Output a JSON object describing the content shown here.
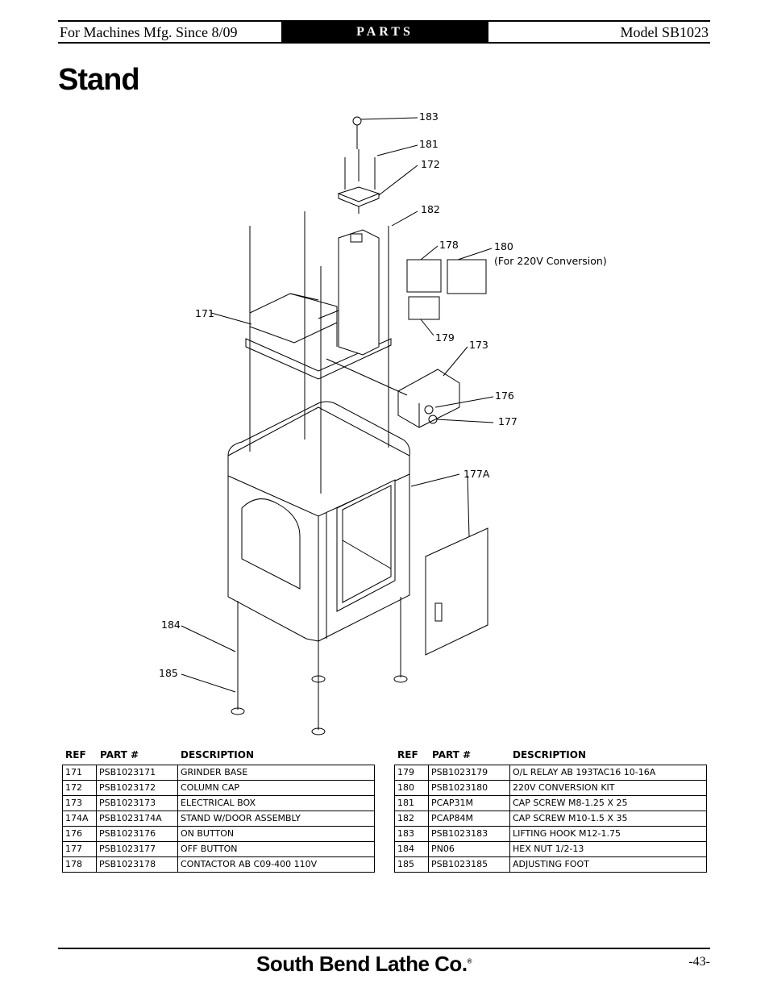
{
  "header": {
    "left": "For Machines Mfg. Since 8/09",
    "center": "PARTS",
    "right": "Model SB1023"
  },
  "page_title": "Stand",
  "callouts": {
    "c183": "183",
    "c181": "181",
    "c172": "172",
    "c182": "182",
    "c178": "178",
    "c180": "180",
    "c180_note": "(For 220V Conversion)",
    "c171": "171",
    "c179": "179",
    "c173": "173",
    "c176": "176",
    "c177": "177",
    "c177A": "177A",
    "c184": "184",
    "c185": "185"
  },
  "table_headers": {
    "ref": "REF",
    "part": "PART #",
    "desc": "DESCRIPTION"
  },
  "left_table": [
    {
      "ref": "171",
      "part": "PSB1023171",
      "desc": "GRINDER BASE"
    },
    {
      "ref": "172",
      "part": "PSB1023172",
      "desc": "COLUMN CAP"
    },
    {
      "ref": "173",
      "part": "PSB1023173",
      "desc": "ELECTRICAL BOX"
    },
    {
      "ref": "174A",
      "part": "PSB1023174A",
      "desc": "STAND W/DOOR ASSEMBLY"
    },
    {
      "ref": "176",
      "part": "PSB1023176",
      "desc": "ON BUTTON"
    },
    {
      "ref": "177",
      "part": "PSB1023177",
      "desc": "OFF BUTTON"
    },
    {
      "ref": "178",
      "part": "PSB1023178",
      "desc": "CONTACTOR AB C09-400 110V"
    }
  ],
  "right_table": [
    {
      "ref": "179",
      "part": "PSB1023179",
      "desc": "O/L RELAY AB 193TAC16 10-16A"
    },
    {
      "ref": "180",
      "part": "PSB1023180",
      "desc": "220V CONVERSION KIT"
    },
    {
      "ref": "181",
      "part": "PCAP31M",
      "desc": "CAP SCREW M8-1.25 X 25"
    },
    {
      "ref": "182",
      "part": "PCAP84M",
      "desc": "CAP SCREW M10-1.5 X 35"
    },
    {
      "ref": "183",
      "part": "PSB1023183",
      "desc": "LIFTING HOOK M12-1.75"
    },
    {
      "ref": "184",
      "part": "PN06",
      "desc": "HEX NUT 1/2-13"
    },
    {
      "ref": "185",
      "part": "PSB1023185",
      "desc": "ADJUSTING FOOT"
    }
  ],
  "footer": {
    "brand": "South Bend Lathe Co.",
    "registered": "®",
    "page": "-43-"
  }
}
